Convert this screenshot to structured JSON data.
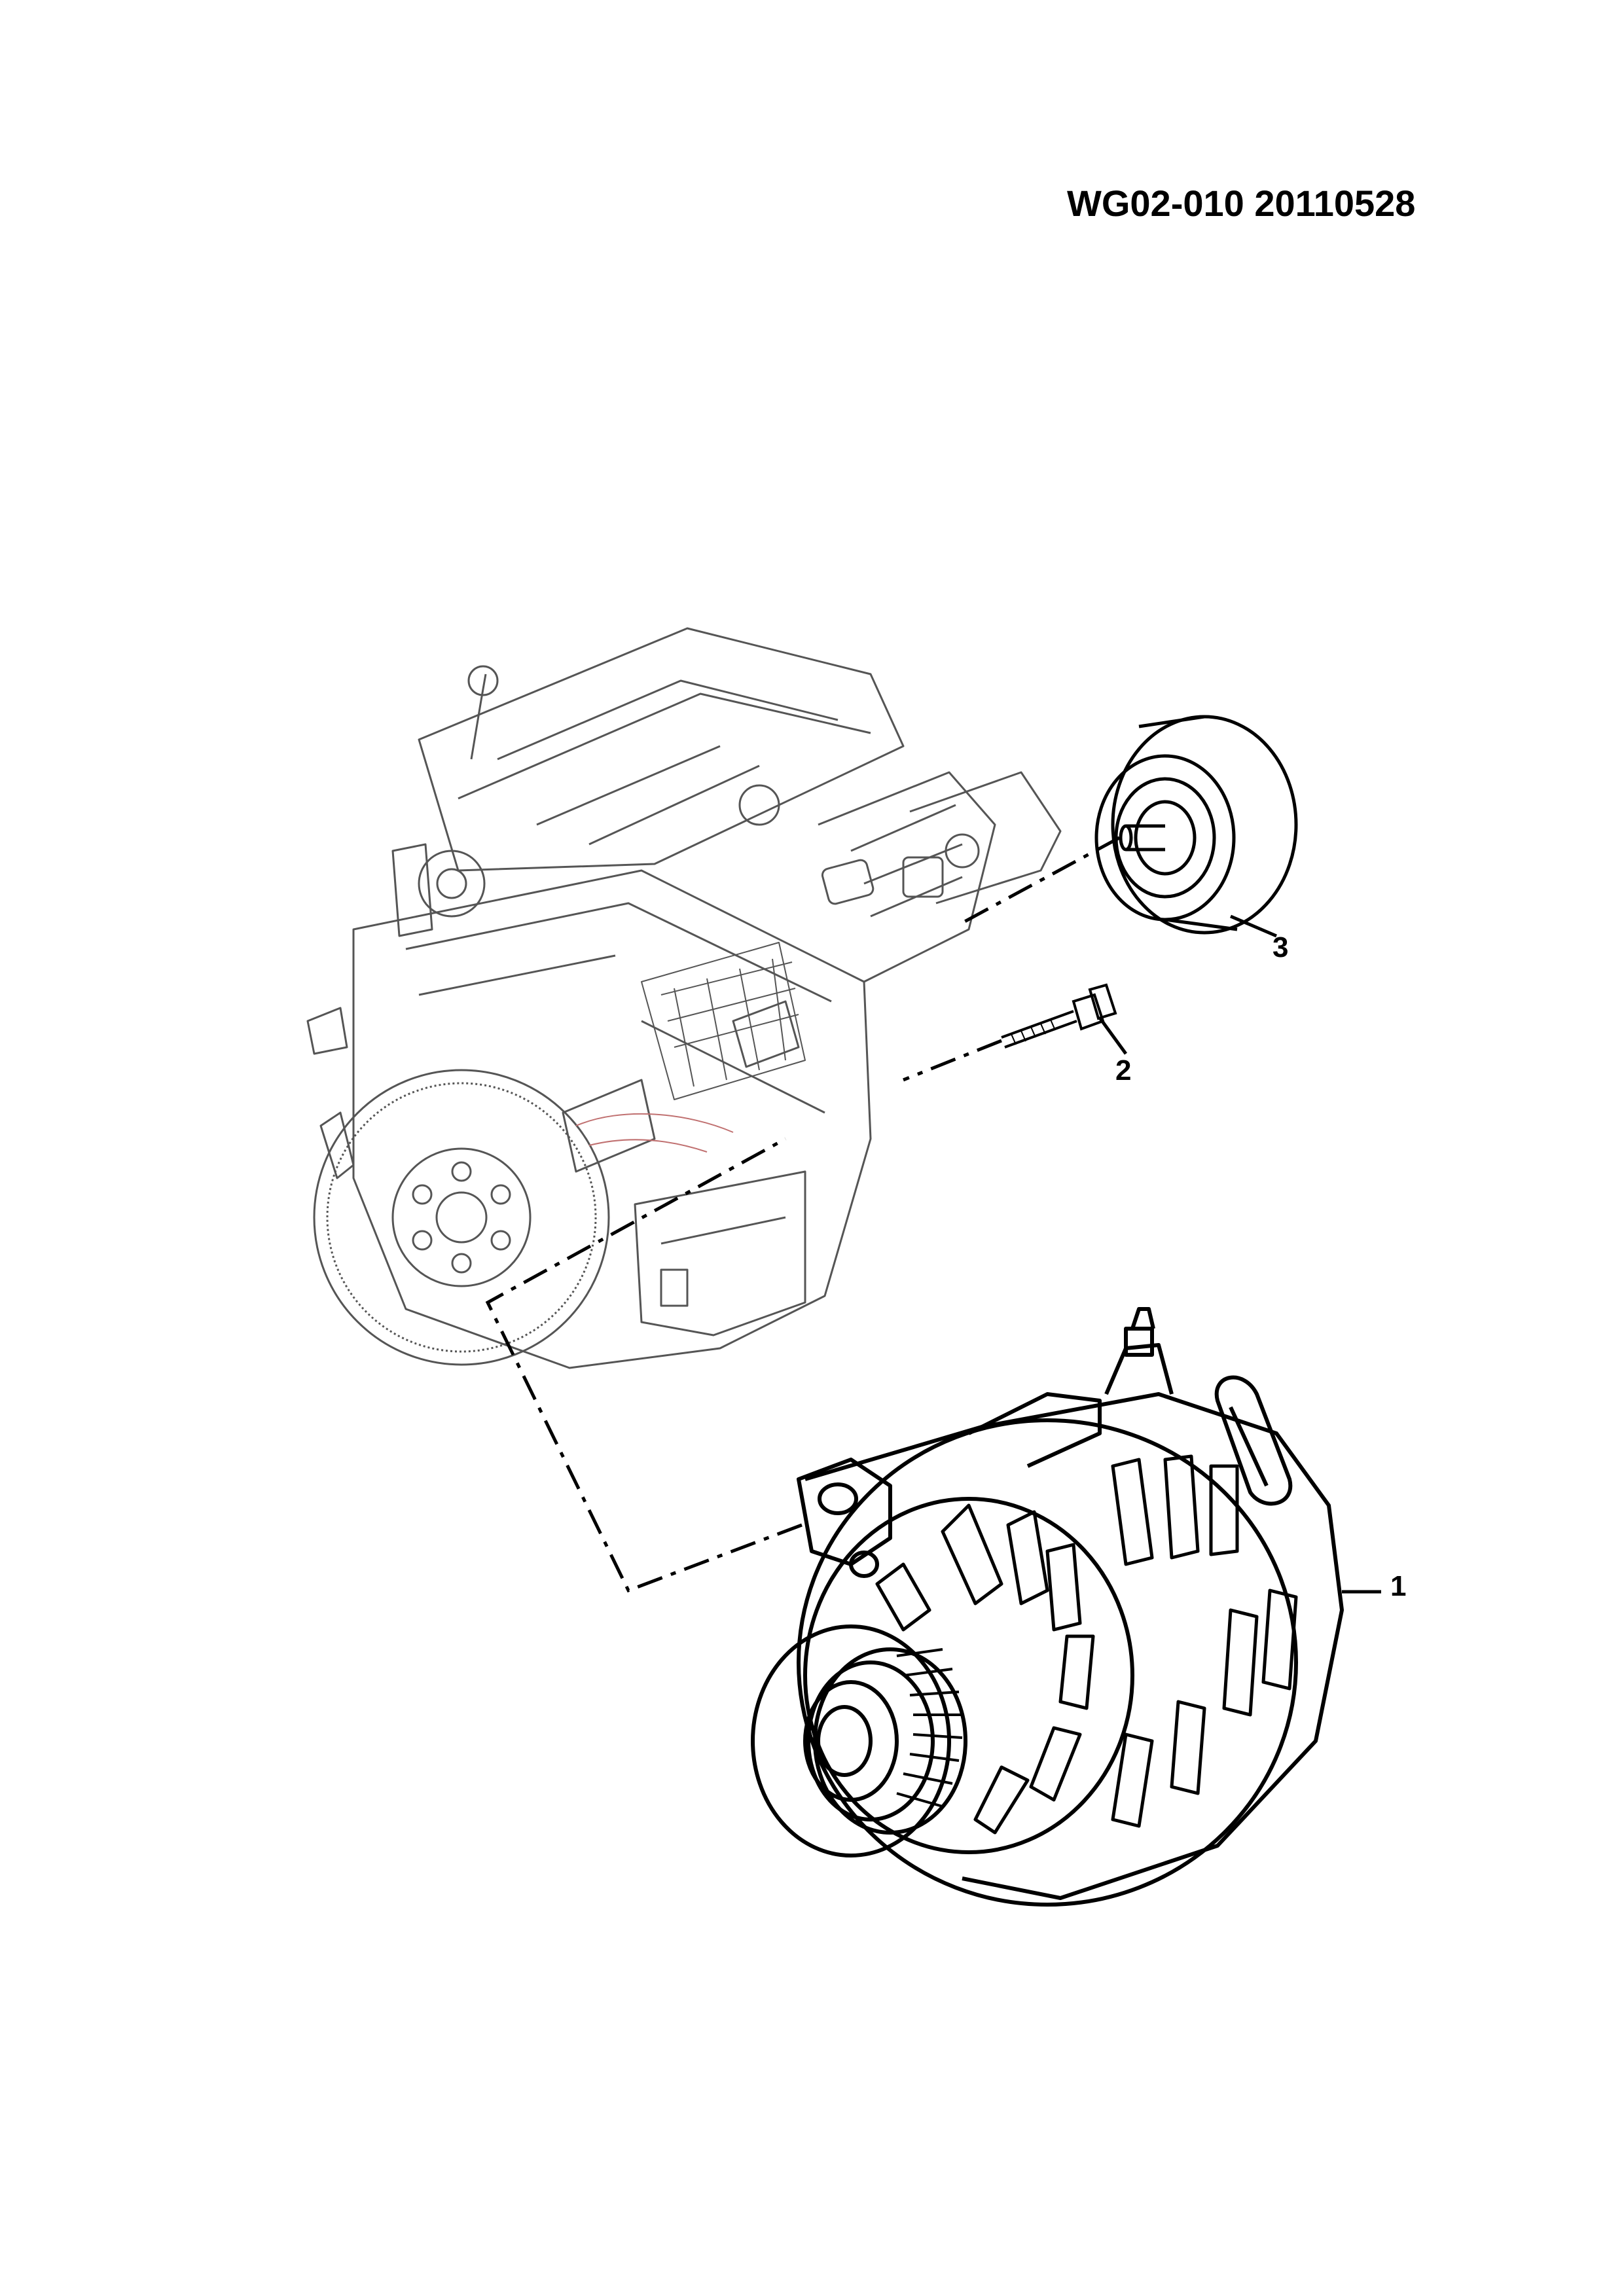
{
  "header": {
    "document_code": "WG02-010 20110528"
  },
  "callouts": [
    {
      "id": "1",
      "label": "1",
      "part": "alternator-icon"
    },
    {
      "id": "2",
      "label": "2",
      "part": "bolt-icon"
    },
    {
      "id": "3",
      "label": "3",
      "part": "idler-pulley-icon"
    }
  ],
  "colors": {
    "line": "#000000",
    "engine_line": "#555555",
    "accent_trace": "#c07070",
    "background": "#ffffff"
  }
}
